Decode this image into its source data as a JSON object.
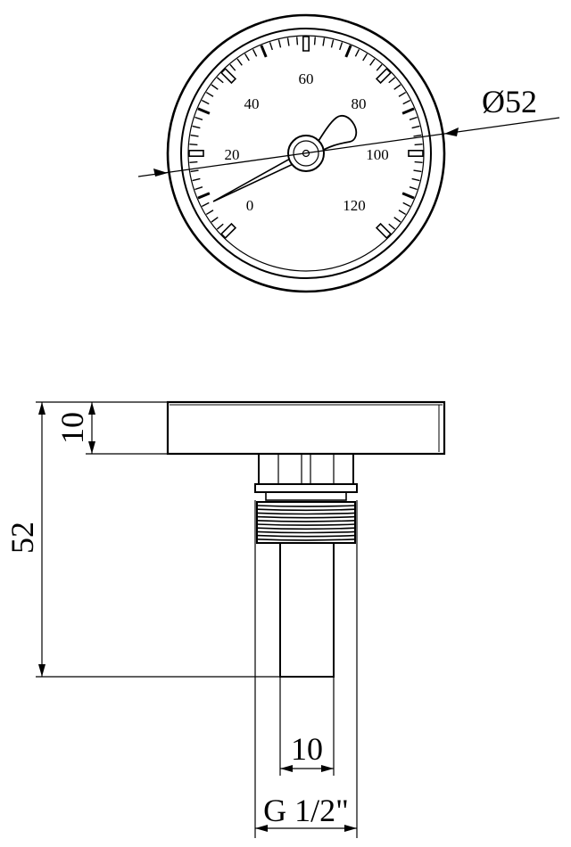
{
  "gauge": {
    "scale_labels": [
      "0",
      "20",
      "40",
      "60",
      "80",
      "100",
      "120"
    ],
    "diameter_label": "Ø52"
  },
  "dimensions": {
    "head_height": "10",
    "total_height": "52",
    "stem_diameter": "10",
    "thread": "G 1/2\""
  }
}
